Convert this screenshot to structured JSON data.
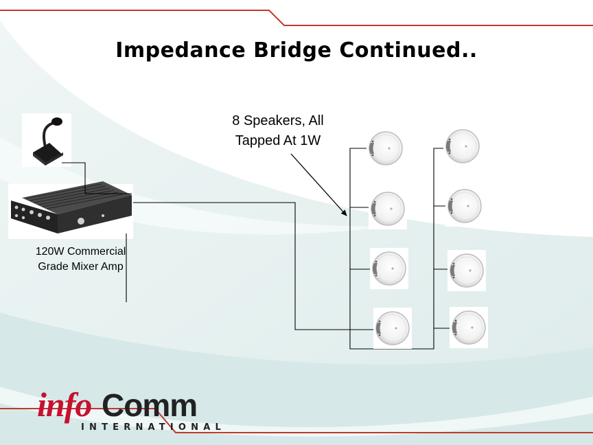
{
  "slide": {
    "title": "Impedance Bridge Continued..",
    "speaker_label_line1": "8 Speakers, All",
    "speaker_label_line2": "Tapped At 1W",
    "amp_label_line1": "120W Commercial",
    "amp_label_line2": "Grade Mixer Amp"
  },
  "logo": {
    "part1": "info",
    "part2": "Comm",
    "subtitle": "INTERNATIONAL"
  },
  "icons": [
    "microphone-icon",
    "mixer-amplifier-icon",
    "ceiling-speaker-icon"
  ],
  "colors": {
    "background_swoosh": "#d5e7e6",
    "background_swoosh_light": "#e8f2f1",
    "frame_red": "#c0392b",
    "logo_red": "#c8102e",
    "logo_black": "#222222",
    "wire": "#000000"
  }
}
